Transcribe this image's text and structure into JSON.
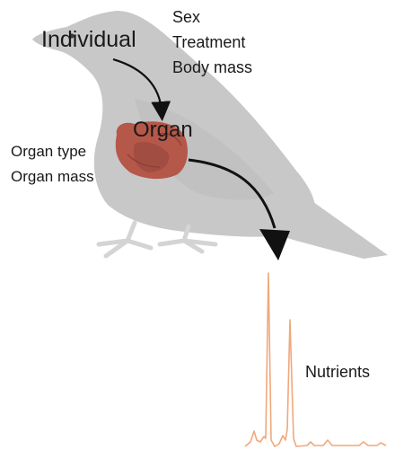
{
  "labels": {
    "individual": "Individual",
    "organ": "Organ",
    "nutrients": "Nutrients"
  },
  "individual_attributes": [
    "Sex",
    "Treatment",
    "Body mass"
  ],
  "organ_attributes": [
    "Organ type",
    "Organ mass"
  ],
  "colors": {
    "bird_body": "#c8c8c8",
    "feet": "#d4d4d4",
    "organ": "#b5584a",
    "organ_shadow": "#8f3f35",
    "arrow": "#111111",
    "chromatogram": "#f0a87c"
  },
  "icons": [
    "bird-silhouette",
    "liver-organ",
    "chromatogram-trace"
  ]
}
